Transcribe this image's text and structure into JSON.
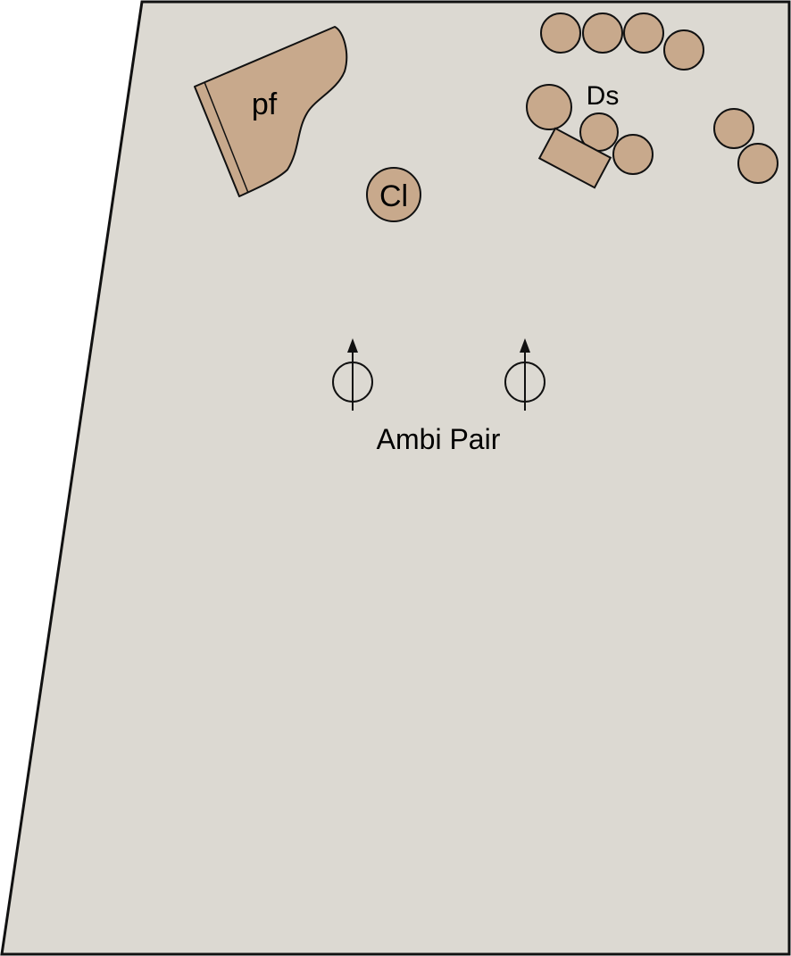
{
  "diagram": {
    "colors": {
      "floor": "#dcd9d2",
      "instrument": "#c8a98c",
      "outline": "#111111"
    },
    "instruments": {
      "piano_label": "pf",
      "clarinet_label": "Cl",
      "drums_label": "Ds"
    },
    "microphones": {
      "pair_label": "Ambi Pair"
    }
  }
}
